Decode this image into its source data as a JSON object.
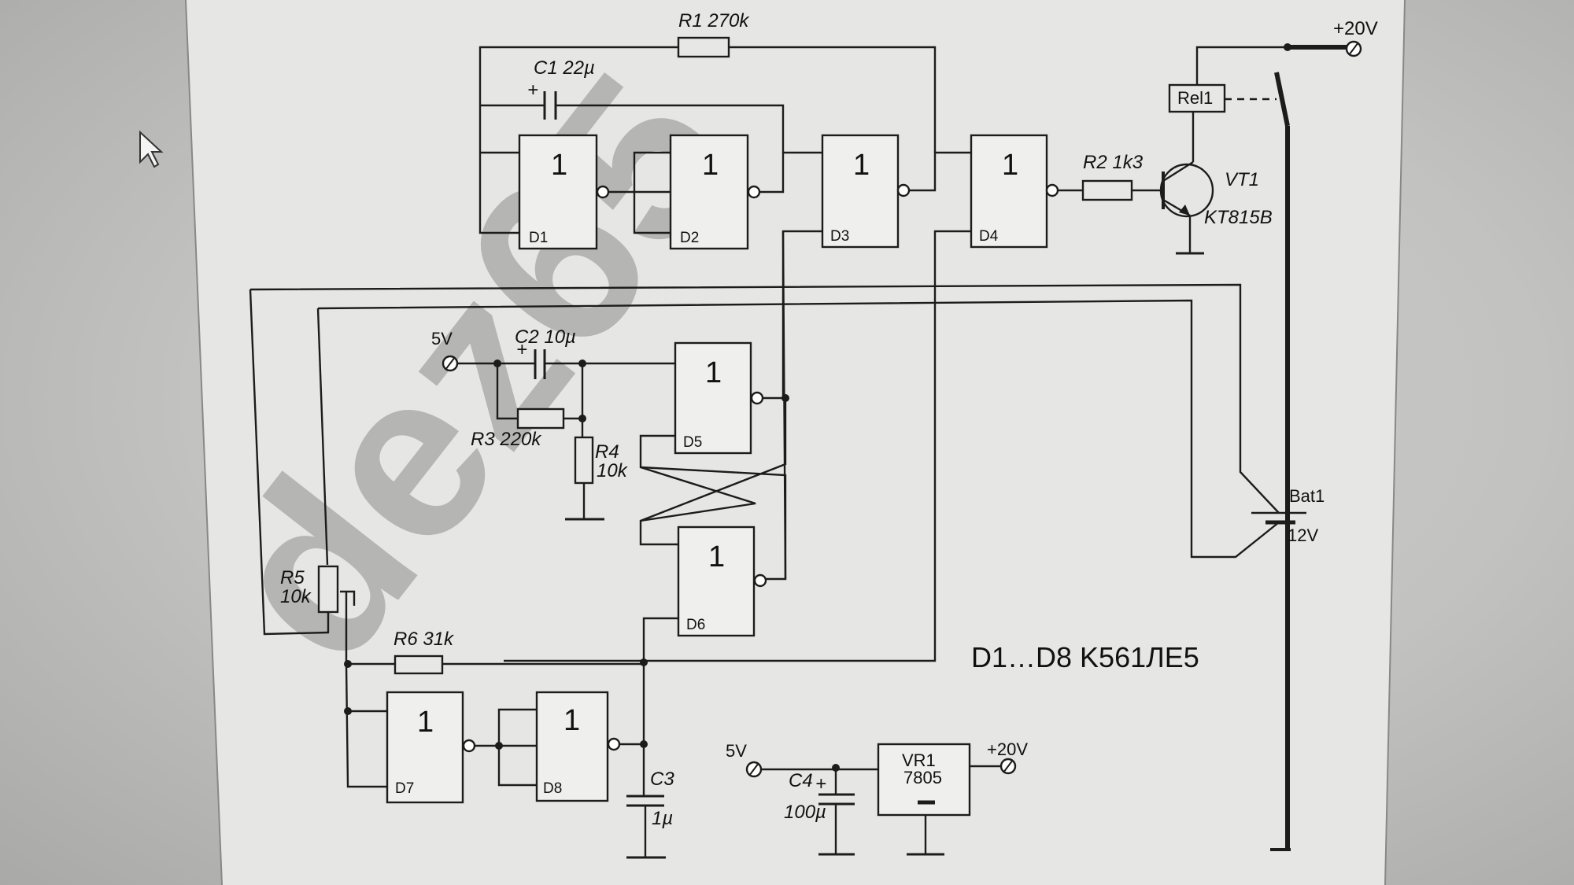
{
  "watermark": "dez65",
  "note": "D1…D8 K561ЛЕ5",
  "gate_symbol": "1",
  "gates": [
    "D1",
    "D2",
    "D3",
    "D4",
    "D5",
    "D6",
    "D7",
    "D8"
  ],
  "labels": {
    "r1": "R1  270k",
    "c1": "C1 22µ",
    "r2": "R2  1k3",
    "vt1": "VT1",
    "vt1_type": "KT815B",
    "rel1": "Rel1",
    "v20_top": "+20V",
    "c2": "C2 10µ",
    "v5_a": "5V",
    "r3": "R3  220k",
    "r4": "R4",
    "r4_val": "10k",
    "r5": "R5",
    "r5_val": "10k",
    "r6": "R6  31k",
    "bat1": "Bat1",
    "bat1_val": "12V",
    "c3": "C3",
    "c3_val": "1µ",
    "v5_b": "5V",
    "c4": "C4",
    "c4_val": "100µ",
    "vr1": "VR1",
    "vr1_type": "7805",
    "v20_bot": "+20V",
    "plus": "+"
  },
  "colors": {
    "line": "#1c1c1c",
    "paper": "#e6e6e4",
    "watermark": "#8e8e8c"
  },
  "icons": [
    "mouse-cursor-icon"
  ]
}
